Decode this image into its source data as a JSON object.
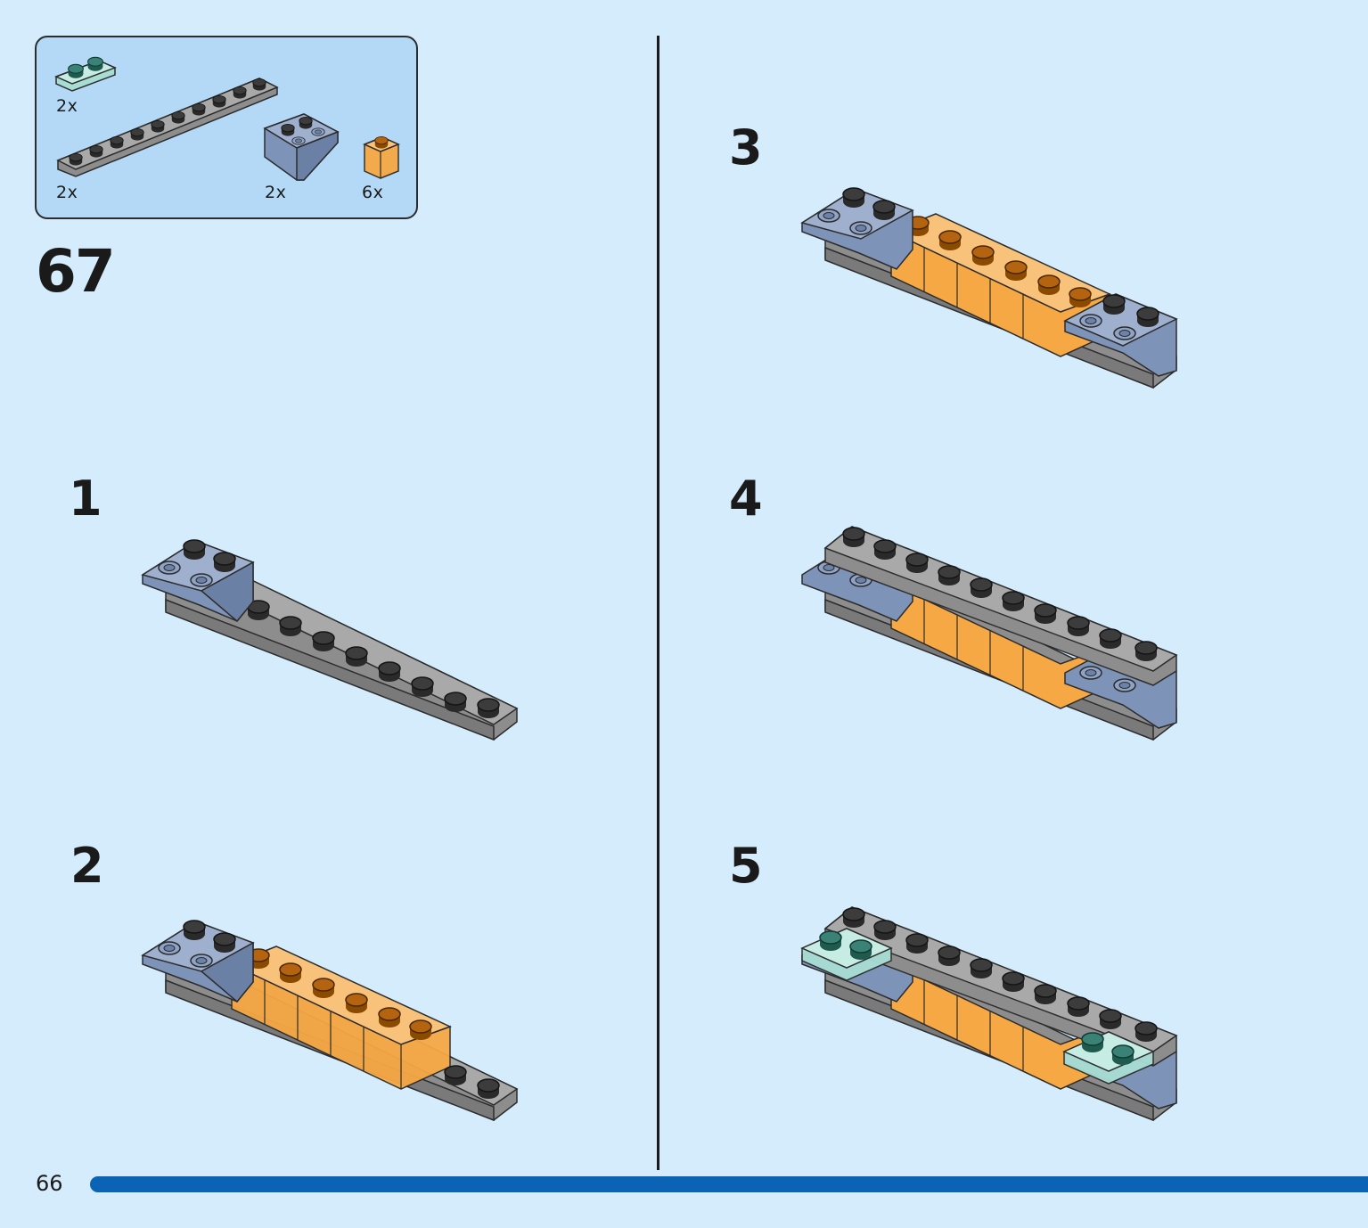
{
  "parts": {
    "qty_teal_plate": "2x",
    "qty_long_plate": "2x",
    "qty_slope": "2x",
    "qty_trans_orange": "6x"
  },
  "step_number": "67",
  "substeps": {
    "s1": "1",
    "s2": "2",
    "s3": "3",
    "s4": "4",
    "s5": "5"
  },
  "page_number": "66",
  "colors": {
    "background": "#d4ecfc",
    "parts_box": "#b3d9f6",
    "footer_bar": "#0a63b4",
    "grey_plate": "#9c9c9c",
    "sand_blue": "#7e93b8",
    "trans_orange": "#f6a844",
    "trans_teal": "#bfe6de"
  }
}
